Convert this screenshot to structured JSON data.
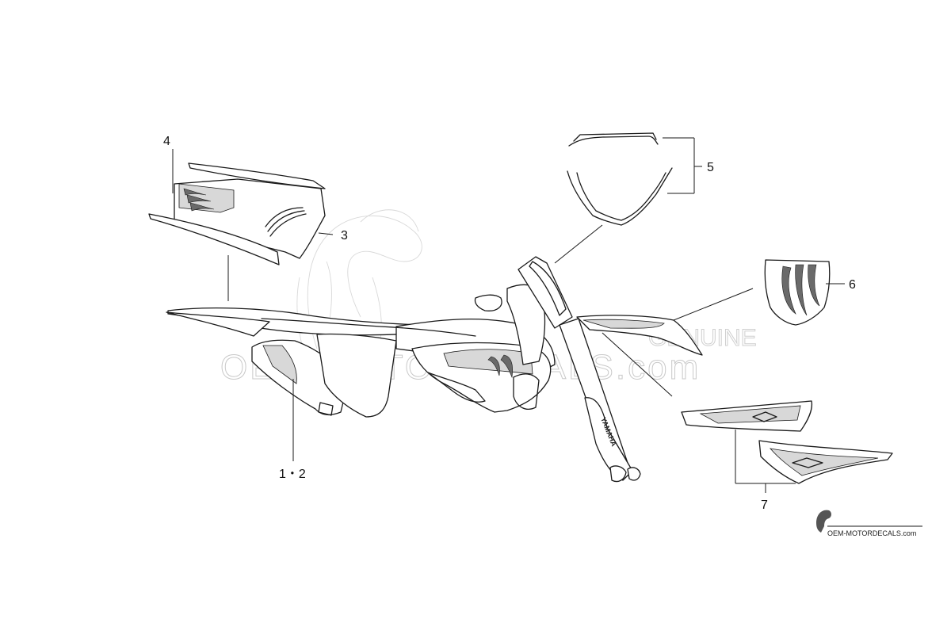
{
  "watermark": {
    "text": "OEM-MOTORDECALS.com",
    "text_partial": "GENUINE"
  },
  "logo": {
    "text": "OEM-MOTORDECALS.com"
  },
  "callouts": {
    "part_1_2": "1・2",
    "part_3": "3",
    "part_4": "4",
    "part_5": "5",
    "part_6": "6",
    "part_7": "7"
  },
  "fork_label": "YAMAHA",
  "colors": {
    "line": "#1a1a1a",
    "watermark": "#c9c9c9",
    "background": "#ffffff"
  }
}
